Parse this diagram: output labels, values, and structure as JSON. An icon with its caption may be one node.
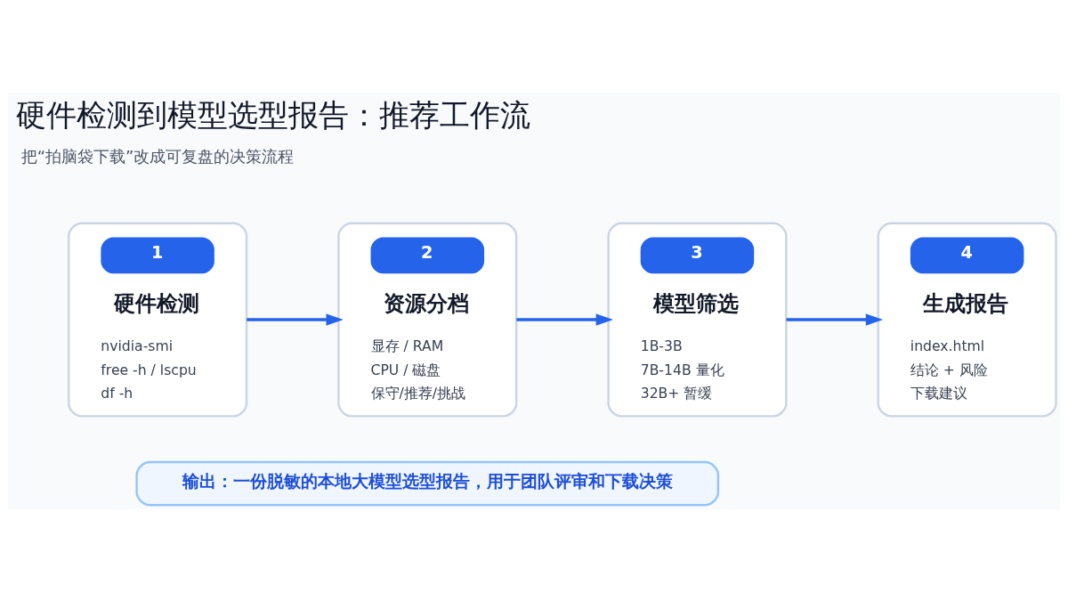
{
  "diagram": {
    "title": "硬件检测到模型选型报告：推荐工作流",
    "nodes": [
      {
        "text": [
          "1",
          "硬件检测",
          "nvidia-smi",
          "free -h / lscpu",
          "df -h"
        ]
      },
      {
        "text": [
          "2",
          "资源分档",
          "显存 / RAM",
          "CPU / 磁盘",
          "保守/推荐/挑战"
        ]
      },
      {
        "text": [
          "3",
          "模型筛选",
          "1B-3B",
          "7B-14B 量化",
          "32B+ 暂缓"
        ]
      },
      {
        "text": [
          "4",
          "生成报告",
          "index.html",
          "结论 + 风险",
          "下载建议"
        ]
      },
      {
        "text": [
          "输出：一份脱敏的本地大模型选型报告，用于团队评审和下载决策"
        ]
      }
    ],
    "edges": [
      {
        "from": 0,
        "to": 1,
        "arrow": "to"
      },
      {
        "from": 1,
        "to": 2,
        "arrow": "to"
      },
      {
        "from": 2,
        "to": 3,
        "arrow": "to"
      }
    ],
    "labels": [
      "把“拍脑袋下载”改成可复盘的决策流程"
    ]
  }
}
